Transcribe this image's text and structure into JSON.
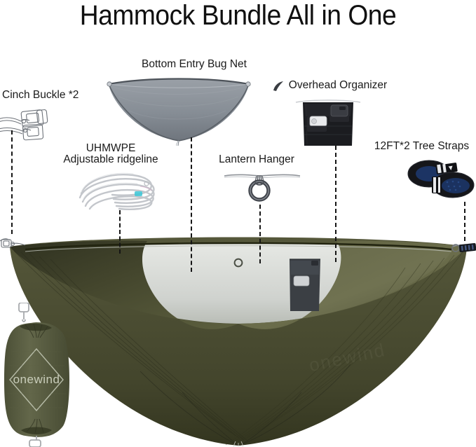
{
  "title": "Hammock Bundle All in One",
  "brand": "onewind",
  "labels": {
    "cinch_buckle": "Cinch Buckle *2",
    "bug_net": "Bottom Entry Bug Net",
    "overhead_organizer": "Overhead Organizer",
    "ridgeline_line1": "UHMWPE",
    "ridgeline_line2": "Adjustable ridgeline",
    "lantern_hanger": "Lantern Hanger",
    "tree_straps": "12FT*2 Tree Straps"
  },
  "colors": {
    "title_text": "#101010",
    "label_text": "#1a1a1a",
    "connector": "#151515",
    "hammock_olive_dark": "#3e4029",
    "hammock_olive_mid": "#55573a",
    "hammock_olive_light": "#6e7050",
    "bugnet_gray": "#8a9097",
    "inner_panel": "#d9dcd8",
    "organizer_black": "#1b1c20",
    "strap_blue": "#1d3a72",
    "strap_black": "#15161a",
    "sack_olive": "#5b5f42",
    "background": "#ffffff",
    "ridgeline_accent": "#39c6d6"
  },
  "components": [
    {
      "name": "cinch-buckle",
      "label": "Cinch Buckle *2",
      "qty": 2
    },
    {
      "name": "bottom-entry-bug-net",
      "label": "Bottom Entry Bug Net",
      "qty": 1
    },
    {
      "name": "uhmwpe-adjustable-ridgeline",
      "label": "UHMWPE Adjustable ridgeline",
      "qty": 1
    },
    {
      "name": "lantern-hanger",
      "label": "Lantern Hanger",
      "qty": 1
    },
    {
      "name": "overhead-organizer",
      "label": "Overhead Organizer",
      "qty": 1
    },
    {
      "name": "tree-straps",
      "label": "12FT*2 Tree Straps",
      "qty": 2,
      "length": "12FT"
    }
  ]
}
